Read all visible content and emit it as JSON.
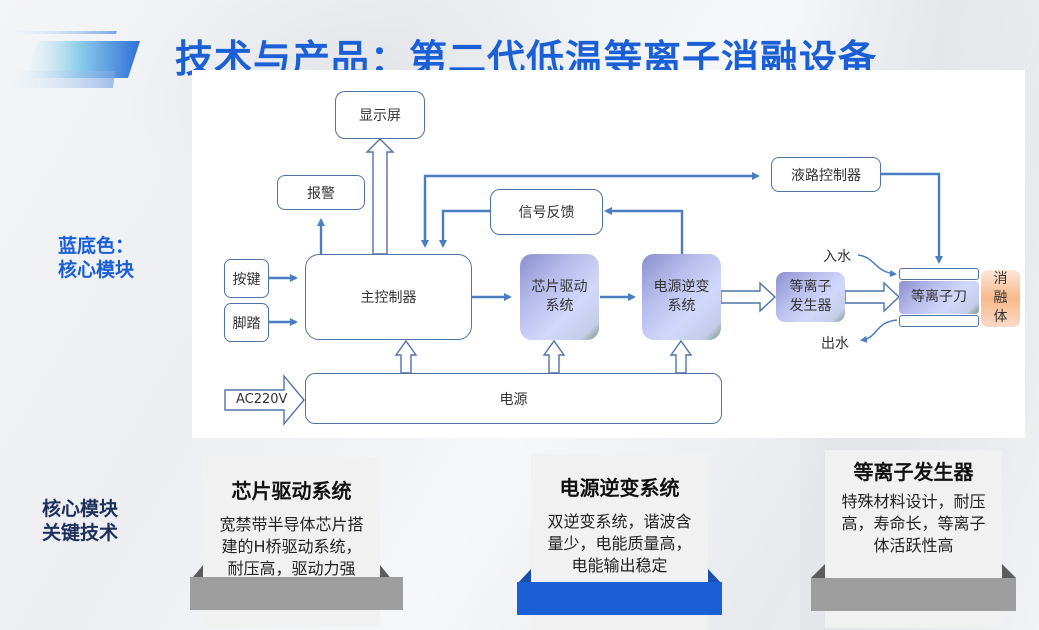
{
  "title": "技术与产品：第二代低温等离子消融设备",
  "side_labels": {
    "legend": [
      "蓝底色：",
      "核心模块"
    ],
    "key_tech": [
      "核心模块",
      "关键技术"
    ]
  },
  "diagram": {
    "display": "显示屏",
    "alarm": "报警",
    "signal_feedback": "信号反馈",
    "fluid_controller": "液路控制器",
    "button": "按键",
    "pedal": "脚踏",
    "main_controller": "主控制器",
    "chip_driver": [
      "芯片驱动",
      "系统"
    ],
    "power_inverter": [
      "电源逆变",
      "系统"
    ],
    "plasma_generator": [
      "等离子",
      "发生器"
    ],
    "plasma_blade": "等离子刀",
    "ablation_body": [
      "消",
      "融",
      "体"
    ],
    "water_in": "入水",
    "water_out": "出水",
    "power_supply": "电源",
    "ac_input": "AC220V"
  },
  "cards": [
    {
      "title": "芯片驱动系统",
      "lines": [
        "宽禁带半导体芯片搭",
        "建的H桥驱动系统，",
        "耐压高，驱动力强"
      ],
      "accent": "#9e9e9e"
    },
    {
      "title": "电源逆变系统",
      "lines": [
        "双逆变系统，谐波含",
        "量少，电能质量高，",
        "电能输出稳定"
      ],
      "accent": "#1a5fd6"
    },
    {
      "title": "等离子发生器",
      "lines": [
        "特殊材料设计，耐压",
        "高，寿命长，等离子",
        "体活跃性高"
      ],
      "accent": "#9e9e9e"
    }
  ],
  "colors": {
    "title_blue": "#1a5fd6",
    "line_blue": "#4f73a8",
    "arrow_blue": "#4a7ec0",
    "navy": "#1f2f5c"
  }
}
